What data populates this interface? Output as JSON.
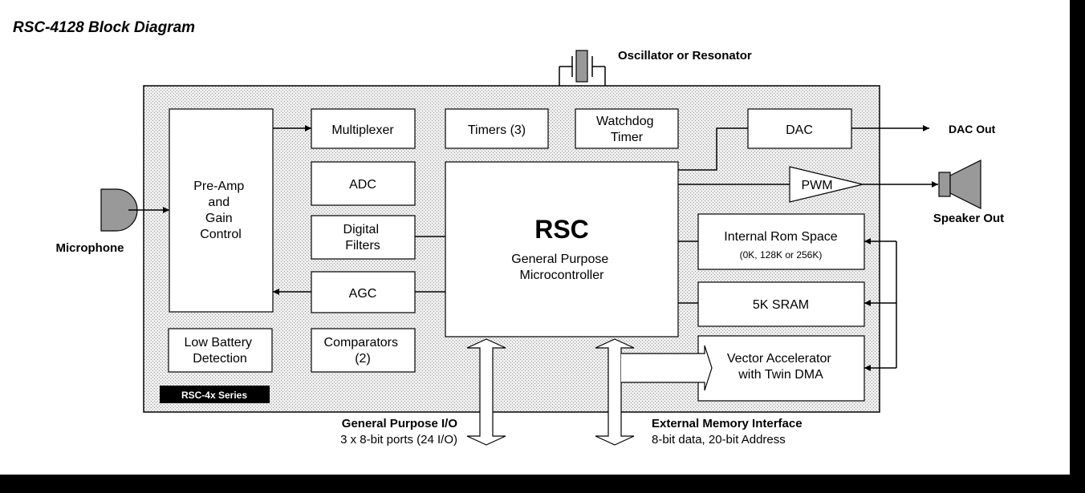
{
  "title": "RSC-4128 Block Diagram",
  "oscillator_label": "Oscillator or Resonator",
  "blocks": {
    "preamp": [
      "Pre-Amp",
      "and",
      "Gain",
      "Control"
    ],
    "multiplexer": "Multiplexer",
    "adc": "ADC",
    "digital_filters": [
      "Digital",
      "Filters"
    ],
    "agc": "AGC",
    "timers": "Timers (3)",
    "watchdog": [
      "Watchdog",
      "Timer"
    ],
    "dac": "DAC",
    "pwm": "PWM",
    "rsc": {
      "name": "RSC",
      "subtitle": [
        "General Purpose",
        "Microcontroller"
      ]
    },
    "rom": {
      "name": "Internal Rom Space",
      "sizes": "(0K, 128K or 256K)"
    },
    "sram": "5K SRAM",
    "vector": [
      "Vector Accelerator",
      "with Twin DMA"
    ],
    "low_battery": [
      "Low Battery",
      "Detection"
    ],
    "comparators": [
      "Comparators",
      "(2)"
    ]
  },
  "series_badge": "RSC-4x Series",
  "external": {
    "microphone": "Microphone",
    "dac_out": "DAC Out",
    "speaker_out": "Speaker Out",
    "gpio": {
      "title": "General Purpose I/O",
      "detail": "3 x 8-bit ports (24 I/O)"
    },
    "memory": {
      "title": "External Memory Interface",
      "detail": "8-bit data, 20-bit Address"
    }
  },
  "colors": {
    "chip_fill": "#eeeeee",
    "device_fill": "#999999",
    "badge_fill": "#000000"
  }
}
